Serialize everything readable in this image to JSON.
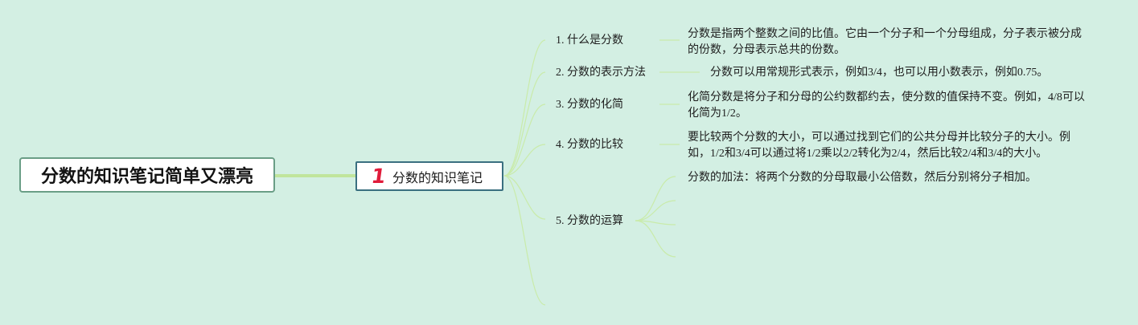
{
  "root": {
    "title": "分数的知识笔记简单又漂亮"
  },
  "main": {
    "number": "1",
    "label": "分数的知识笔记"
  },
  "topics": [
    {
      "label": "1. 什么是分数",
      "desc_lines": [
        "分数是指两个整数之间的比值。它由一个分子和一个分母组成，分子表示被分成",
        "的份数，分母表示总共的份数。"
      ]
    },
    {
      "label": "2. 分数的表示方法",
      "desc_lines": [
        "分数可以用常规形式表示，例如3/4，也可以用小数表示，例如0.75。"
      ]
    },
    {
      "label": "3. 分数的化简",
      "desc_lines": [
        "化简分数是将分子和分母的公约数都约去，使分数的值保持不变。例如，4/8可以",
        "化简为1/2。"
      ]
    },
    {
      "label": "4. 分数的比较",
      "desc_lines": [
        "要比较两个分数的大小，可以通过找到它们的公共分母并比较分子的大小。例",
        "如，1/2和3/4可以通过将1/2乘以2/2转化为2/4，然后比较2/4和3/4的大小。"
      ]
    },
    {
      "label": "5. 分数的运算",
      "desc_lines": [
        "分数的加法：将两个分数的分母取最小公倍数，然后分别将分子相加。"
      ]
    }
  ],
  "colors": {
    "background": "#d3efe3",
    "branch_line": "#c0e59c",
    "root_border": "#6a9e86",
    "main_border": "#3a6f80",
    "number_accent": "#e01b3a"
  }
}
